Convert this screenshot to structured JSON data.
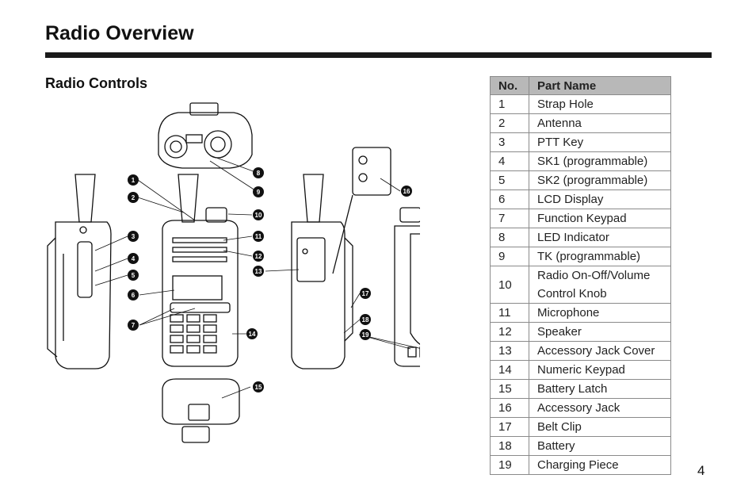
{
  "header": {
    "title": "Radio Overview"
  },
  "section": {
    "title": "Radio Controls"
  },
  "page_number": "4",
  "table": {
    "headers": [
      "No.",
      "Part Name"
    ],
    "rows": [
      {
        "no": "1",
        "name": "Strap Hole"
      },
      {
        "no": "2",
        "name": "Antenna"
      },
      {
        "no": "3",
        "name": "PTT Key"
      },
      {
        "no": "4",
        "name": "SK1 (programmable)"
      },
      {
        "no": "5",
        "name": "SK2 (programmable)"
      },
      {
        "no": "6",
        "name": "LCD Display"
      },
      {
        "no": "7",
        "name": "Function Keypad"
      },
      {
        "no": "8",
        "name": "LED Indicator"
      },
      {
        "no": "9",
        "name": "TK (programmable)"
      },
      {
        "no": "10",
        "name": "Radio  On-Off/Volume Control Knob"
      },
      {
        "no": "11",
        "name": "Microphone"
      },
      {
        "no": "12",
        "name": "Speaker"
      },
      {
        "no": "13",
        "name": "Accessory Jack Cover"
      },
      {
        "no": "14",
        "name": "Numeric Keypad"
      },
      {
        "no": "15",
        "name": "Battery Latch"
      },
      {
        "no": "16",
        "name": "Accessory Jack"
      },
      {
        "no": "17",
        "name": "Belt Clip"
      },
      {
        "no": "18",
        "name": "Battery"
      },
      {
        "no": "19",
        "name": "Charging Piece"
      }
    ]
  },
  "callouts": [
    "1",
    "2",
    "3",
    "4",
    "5",
    "6",
    "7",
    "8",
    "9",
    "10",
    "11",
    "12",
    "13",
    "14",
    "15",
    "16",
    "17",
    "18",
    "19"
  ]
}
